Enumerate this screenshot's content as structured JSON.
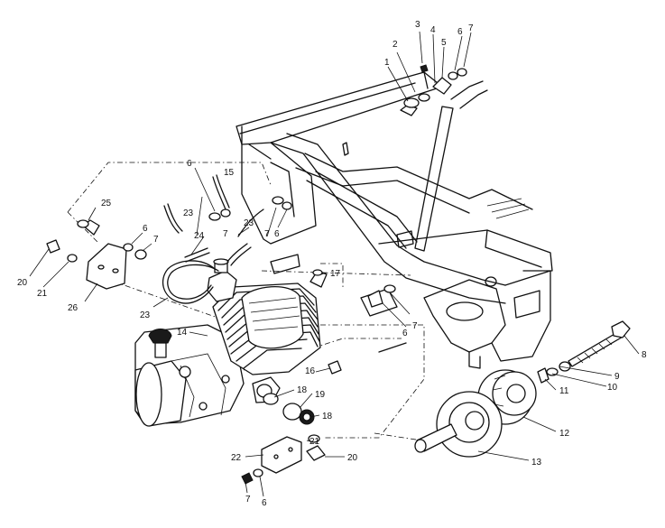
{
  "callouts": [
    {
      "id": "c-1-top",
      "text": "1"
    },
    {
      "id": "c-2-top",
      "text": "2"
    },
    {
      "id": "c-3-top",
      "text": "3"
    },
    {
      "id": "c-4-top",
      "text": "4"
    },
    {
      "id": "c-5-top",
      "text": "5"
    },
    {
      "id": "c-6-top",
      "text": "6"
    },
    {
      "id": "c-7-top",
      "text": "7"
    },
    {
      "id": "c-6-mid",
      "text": "6"
    },
    {
      "id": "c-15",
      "text": "15"
    },
    {
      "id": "c-23-a",
      "text": "23"
    },
    {
      "id": "c-23-b",
      "text": "23"
    },
    {
      "id": "c-7-mid-a",
      "text": "7"
    },
    {
      "id": "c-6-mid-b",
      "text": "6"
    },
    {
      "id": "c-7-mid-b",
      "text": "7"
    },
    {
      "id": "c-25",
      "text": "25"
    },
    {
      "id": "c-6-left",
      "text": "6"
    },
    {
      "id": "c-7-left",
      "text": "7"
    },
    {
      "id": "c-24",
      "text": "24"
    },
    {
      "id": "c-20-left",
      "text": "20"
    },
    {
      "id": "c-21-left",
      "text": "21"
    },
    {
      "id": "c-26",
      "text": "26"
    },
    {
      "id": "c-23-c",
      "text": "23"
    },
    {
      "id": "c-17",
      "text": "17"
    },
    {
      "id": "c-14",
      "text": "14"
    },
    {
      "id": "c-6-right",
      "text": "6"
    },
    {
      "id": "c-7-right",
      "text": "7"
    },
    {
      "id": "c-8",
      "text": "8"
    },
    {
      "id": "c-9",
      "text": "9"
    },
    {
      "id": "c-10",
      "text": "10"
    },
    {
      "id": "c-16",
      "text": "16"
    },
    {
      "id": "c-18-a",
      "text": "18"
    },
    {
      "id": "c-19",
      "text": "19"
    },
    {
      "id": "c-18-b",
      "text": "18"
    },
    {
      "id": "c-11",
      "text": "11"
    },
    {
      "id": "c-12",
      "text": "12"
    },
    {
      "id": "c-13",
      "text": "13"
    },
    {
      "id": "c-22",
      "text": "22"
    },
    {
      "id": "c-21-bottom",
      "text": "21"
    },
    {
      "id": "c-20-bottom",
      "text": "20"
    },
    {
      "id": "c-7-bottom",
      "text": "7"
    },
    {
      "id": "c-6-bottom",
      "text": "6"
    }
  ]
}
